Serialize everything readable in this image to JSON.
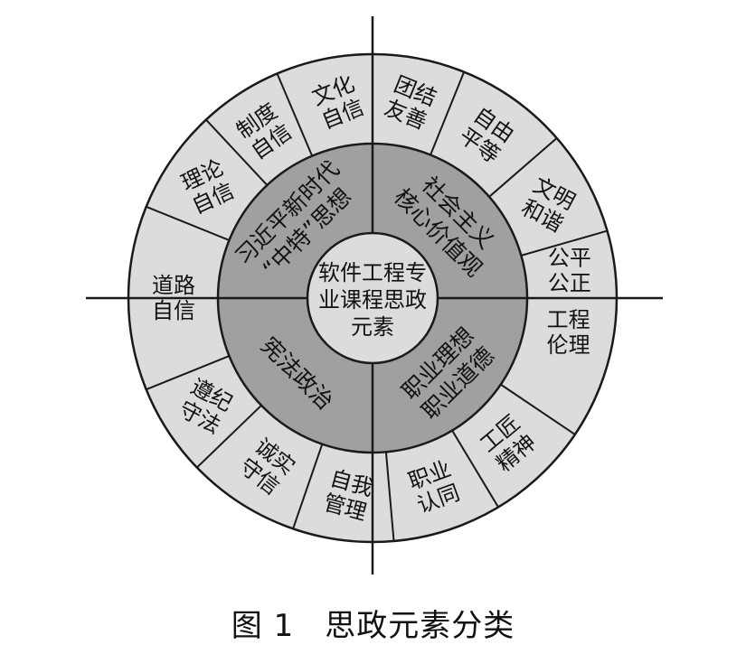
{
  "center": {
    "lines": [
      "软件工程专",
      "业课程思政",
      "元素"
    ]
  },
  "quadrants": [
    {
      "id": "xi",
      "lines": [
        "习近平新时代",
        "“中特”思想"
      ]
    },
    {
      "id": "core-values",
      "lines": [
        "社会主义",
        "核心价值观"
      ]
    },
    {
      "id": "career-ethics",
      "lines": [
        "职业理想",
        "职业道德"
      ]
    },
    {
      "id": "constitution",
      "lines": [
        "宪法政治"
      ]
    }
  ],
  "segments": [
    {
      "id": "unity",
      "lines": [
        "团结",
        "友善"
      ]
    },
    {
      "id": "freedom",
      "lines": [
        "自由",
        "平等"
      ]
    },
    {
      "id": "harmony",
      "lines": [
        "文明",
        "和谐"
      ]
    },
    {
      "id": "justice",
      "lines": [
        "公平",
        "公正"
      ]
    },
    {
      "id": "eng-ethics",
      "lines": [
        "工程",
        "伦理"
      ]
    },
    {
      "id": "craftsman",
      "lines": [
        "工匠",
        "精神"
      ]
    },
    {
      "id": "identity",
      "lines": [
        "职业",
        "认同"
      ]
    },
    {
      "id": "self-manage",
      "lines": [
        "自我",
        "管理"
      ]
    },
    {
      "id": "integrity",
      "lines": [
        "诚实",
        "守信"
      ]
    },
    {
      "id": "discipline",
      "lines": [
        "遵纪",
        "守法"
      ]
    },
    {
      "id": "road",
      "lines": [
        "道路",
        "自信"
      ]
    },
    {
      "id": "theory",
      "lines": [
        "理论",
        "自信"
      ]
    },
    {
      "id": "system",
      "lines": [
        "制度",
        "自信"
      ]
    },
    {
      "id": "culture",
      "lines": [
        "文化",
        "自信"
      ]
    }
  ],
  "caption": {
    "figure": "图 1",
    "title": "思政元素分类"
  },
  "colors": {
    "outer_ring": "#dcdcdc",
    "middle_ring": "#a0a0a0",
    "center": "#dcdcdc",
    "stroke": "#1a1a1a"
  }
}
